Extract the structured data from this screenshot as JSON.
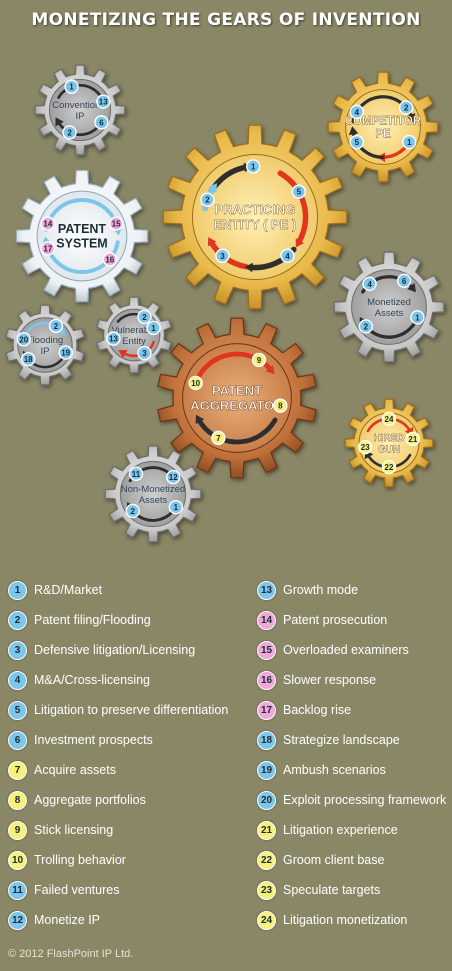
{
  "title": "MONETIZING THE GEARS OF INVENTION",
  "colors": {
    "background": "#8a8766",
    "badge_blue": "#7cc6ec",
    "badge_pink": "#f0a8d8",
    "badge_yellow": "#f7f07a",
    "arrow_blue": "#7cc6ec",
    "arrow_red": "#e2351d",
    "arrow_dark": "#2e2e2e"
  },
  "gears": [
    {
      "id": "conventional",
      "label": [
        "Conventional",
        "IP"
      ],
      "style": "silver",
      "badges": [
        {
          "n": 1,
          "c": "blue"
        },
        {
          "n": 13,
          "c": "blue"
        },
        {
          "n": 6,
          "c": "blue"
        },
        {
          "n": 2,
          "c": "blue"
        }
      ]
    },
    {
      "id": "competitor",
      "label": [
        "COMPETITOR",
        "PE"
      ],
      "style": "gold",
      "badges": [
        {
          "n": 4,
          "c": "blue"
        },
        {
          "n": 2,
          "c": "blue"
        },
        {
          "n": 1,
          "c": "blue"
        },
        {
          "n": 5,
          "c": "blue"
        }
      ]
    },
    {
      "id": "patent_system",
      "label": [
        "PATENT",
        "SYSTEM"
      ],
      "style": "white",
      "badges": [
        {
          "n": 14,
          "c": "pink"
        },
        {
          "n": 15,
          "c": "pink"
        },
        {
          "n": 17,
          "c": "pink"
        },
        {
          "n": 16,
          "c": "pink"
        }
      ]
    },
    {
      "id": "practicing",
      "label": [
        "PRACTICING",
        "ENTITY ( PE )"
      ],
      "style": "gold",
      "badges": [
        {
          "n": 1,
          "c": "blue"
        },
        {
          "n": 5,
          "c": "blue"
        },
        {
          "n": 2,
          "c": "blue"
        },
        {
          "n": 3,
          "c": "blue"
        },
        {
          "n": 4,
          "c": "blue"
        }
      ]
    },
    {
      "id": "monetized",
      "label": [
        "Monetized",
        "Assets"
      ],
      "style": "silver",
      "badges": [
        {
          "n": 4,
          "c": "blue"
        },
        {
          "n": 6,
          "c": "blue"
        },
        {
          "n": 1,
          "c": "blue"
        },
        {
          "n": 2,
          "c": "blue"
        }
      ]
    },
    {
      "id": "flooding",
      "label": [
        "Flooding",
        "IP"
      ],
      "style": "silver",
      "badges": [
        {
          "n": 2,
          "c": "blue"
        },
        {
          "n": 20,
          "c": "blue"
        },
        {
          "n": 19,
          "c": "blue"
        },
        {
          "n": 18,
          "c": "blue"
        }
      ]
    },
    {
      "id": "vulnerable",
      "label": [
        "Vulnerable",
        "Entity"
      ],
      "style": "silver",
      "badges": [
        {
          "n": 2,
          "c": "blue"
        },
        {
          "n": 1,
          "c": "blue"
        },
        {
          "n": 13,
          "c": "blue"
        },
        {
          "n": 3,
          "c": "blue"
        }
      ]
    },
    {
      "id": "aggregator",
      "label": [
        "PATENT",
        "AGGREGATOR"
      ],
      "style": "copper",
      "badges": [
        {
          "n": 9,
          "c": "yellow"
        },
        {
          "n": 10,
          "c": "yellow"
        },
        {
          "n": 8,
          "c": "yellow"
        },
        {
          "n": 7,
          "c": "yellow"
        }
      ]
    },
    {
      "id": "hired_gun",
      "label": [
        "HIRED",
        "GUN"
      ],
      "style": "gold",
      "badges": [
        {
          "n": 24,
          "c": "yellow"
        },
        {
          "n": 21,
          "c": "yellow"
        },
        {
          "n": 23,
          "c": "yellow"
        },
        {
          "n": 22,
          "c": "yellow"
        }
      ]
    },
    {
      "id": "non_monetized",
      "label": [
        "Non-Monetized",
        "Assets"
      ],
      "style": "silver",
      "badges": [
        {
          "n": 11,
          "c": "blue"
        },
        {
          "n": 12,
          "c": "blue"
        },
        {
          "n": 1,
          "c": "blue"
        },
        {
          "n": 2,
          "c": "blue"
        }
      ]
    }
  ],
  "legend_left": [
    {
      "n": 1,
      "c": "blue",
      "label": "R&D/Market"
    },
    {
      "n": 2,
      "c": "blue",
      "label": "Patent filing/Flooding"
    },
    {
      "n": 3,
      "c": "blue",
      "label": "Defensive litigation/Licensing"
    },
    {
      "n": 4,
      "c": "blue",
      "label": "M&A/Cross-licensing"
    },
    {
      "n": 5,
      "c": "blue",
      "label": "Litigation to preserve differentiation"
    },
    {
      "n": 6,
      "c": "blue",
      "label": "Investment prospects"
    },
    {
      "n": 7,
      "c": "yellow",
      "label": "Acquire assets"
    },
    {
      "n": 8,
      "c": "yellow",
      "label": "Aggregate portfolios"
    },
    {
      "n": 9,
      "c": "yellow",
      "label": "Stick licensing"
    },
    {
      "n": 10,
      "c": "yellow",
      "label": "Trolling behavior"
    },
    {
      "n": 11,
      "c": "blue",
      "label": "Failed ventures"
    },
    {
      "n": 12,
      "c": "blue",
      "label": "Monetize IP"
    }
  ],
  "legend_right": [
    {
      "n": 13,
      "c": "blue",
      "label": "Growth mode"
    },
    {
      "n": 14,
      "c": "pink",
      "label": "Patent prosecution"
    },
    {
      "n": 15,
      "c": "pink",
      "label": "Overloaded examiners"
    },
    {
      "n": 16,
      "c": "pink",
      "label": "Slower response"
    },
    {
      "n": 17,
      "c": "pink",
      "label": "Backlog rise"
    },
    {
      "n": 18,
      "c": "blue",
      "label": "Strategize landscape"
    },
    {
      "n": 19,
      "c": "blue",
      "label": "Ambush scenarios"
    },
    {
      "n": 20,
      "c": "blue",
      "label": "Exploit processing framework"
    },
    {
      "n": 21,
      "c": "yellow",
      "label": "Litigation experience"
    },
    {
      "n": 22,
      "c": "yellow",
      "label": "Groom client base"
    },
    {
      "n": 23,
      "c": "yellow",
      "label": "Speculate targets"
    },
    {
      "n": 24,
      "c": "yellow",
      "label": "Litigation monetization"
    }
  ],
  "footer": "© 2012 FlashPoint IP Ltd."
}
